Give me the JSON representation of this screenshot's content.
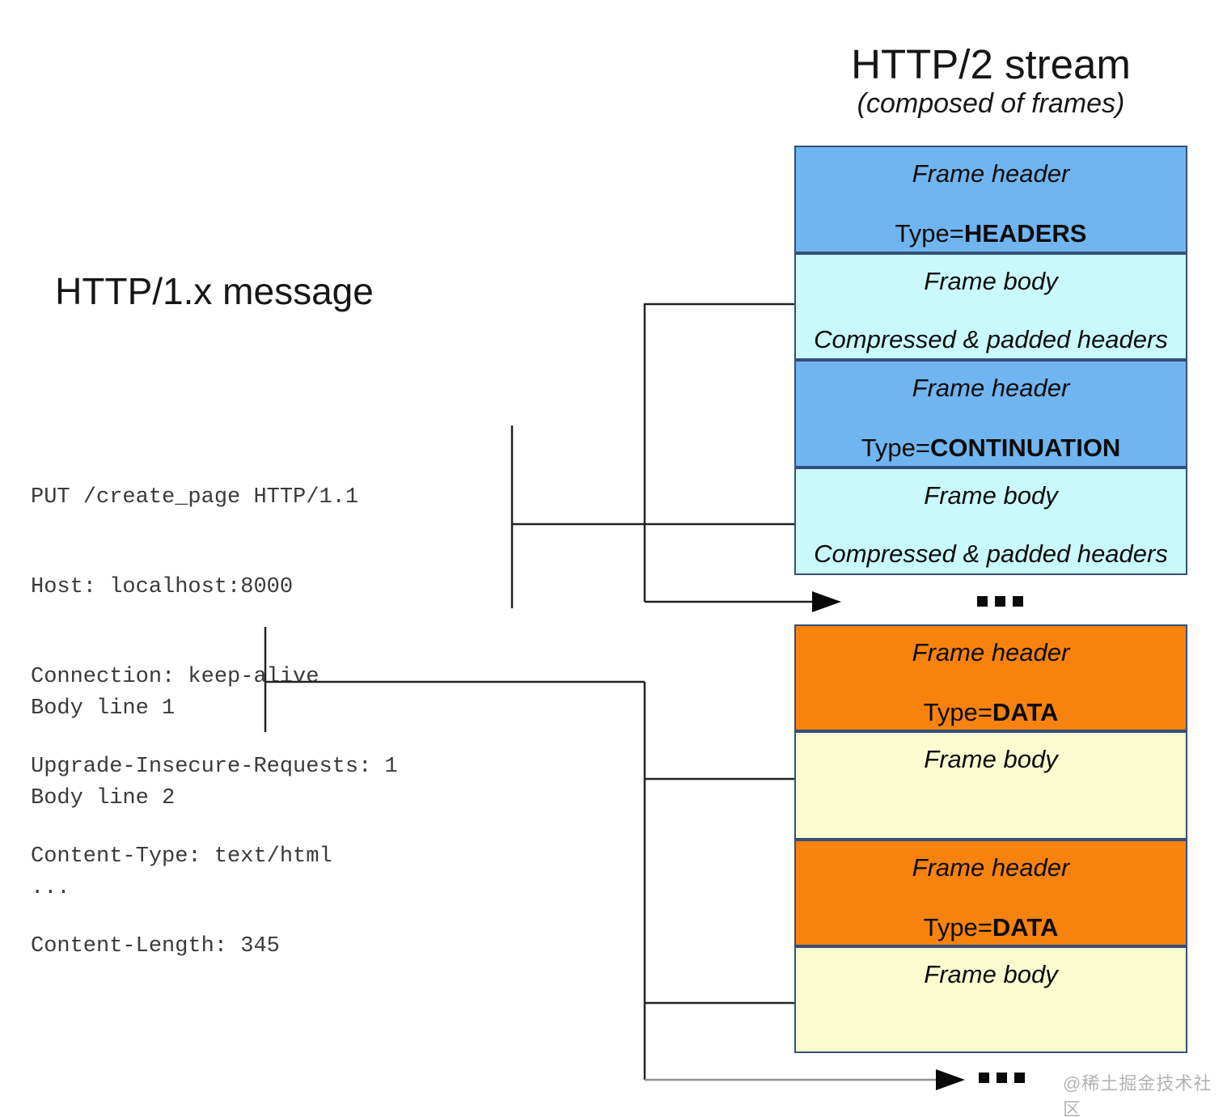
{
  "left": {
    "title": "HTTP/1.x message",
    "request_lines": {
      "l0": "PUT /create_page HTTP/1.1",
      "l1": "Host: localhost:8000",
      "l2": "Connection: keep-alive",
      "l3": "Upgrade-Insecure-Requests: 1",
      "l4": "Content-Type: text/html",
      "l5": "Content-Length: 345"
    },
    "body_lines": {
      "l0": "Body line 1",
      "l1": "Body line 2",
      "l2": "..."
    }
  },
  "right": {
    "title": "HTTP/2 stream",
    "subtitle": "(composed of frames)",
    "frames": {
      "f0": {
        "kind": "header",
        "color": "blue",
        "label": "Frame header",
        "type_prefix": "Type=",
        "type_value": "HEADERS"
      },
      "f1": {
        "kind": "body",
        "color": "cyan",
        "label": "Frame body",
        "sublabel": "Compressed & padded headers"
      },
      "f2": {
        "kind": "header",
        "color": "blue",
        "label": "Frame header",
        "type_prefix": "Type=",
        "type_value": "CONTINUATION"
      },
      "f3": {
        "kind": "body",
        "color": "cyan",
        "label": "Frame body",
        "sublabel": "Compressed & padded headers"
      },
      "f4": {
        "kind": "ellipsis",
        "label": "..."
      },
      "f5": {
        "kind": "header",
        "color": "orange",
        "label": "Frame header",
        "type_prefix": "Type=",
        "type_value": "DATA"
      },
      "f6": {
        "kind": "body",
        "color": "yellow",
        "label": "Frame body"
      },
      "f7": {
        "kind": "header",
        "color": "orange",
        "label": "Frame header",
        "type_prefix": "Type=",
        "type_value": "DATA"
      },
      "f8": {
        "kind": "body",
        "color": "yellow",
        "label": "Frame body"
      },
      "f9": {
        "kind": "ellipsis",
        "label": "..."
      }
    }
  },
  "watermark": "@稀土掘金技术社区",
  "colors": {
    "frame_header_blue": "#70b5f0",
    "frame_body_cyan": "#c9f9fd",
    "frame_header_orange": "#f8820e",
    "frame_body_yellow": "#fbfbd0",
    "box_border": "#34507a",
    "connector": "#222222",
    "watermark_gray": "#b2b2b2"
  }
}
